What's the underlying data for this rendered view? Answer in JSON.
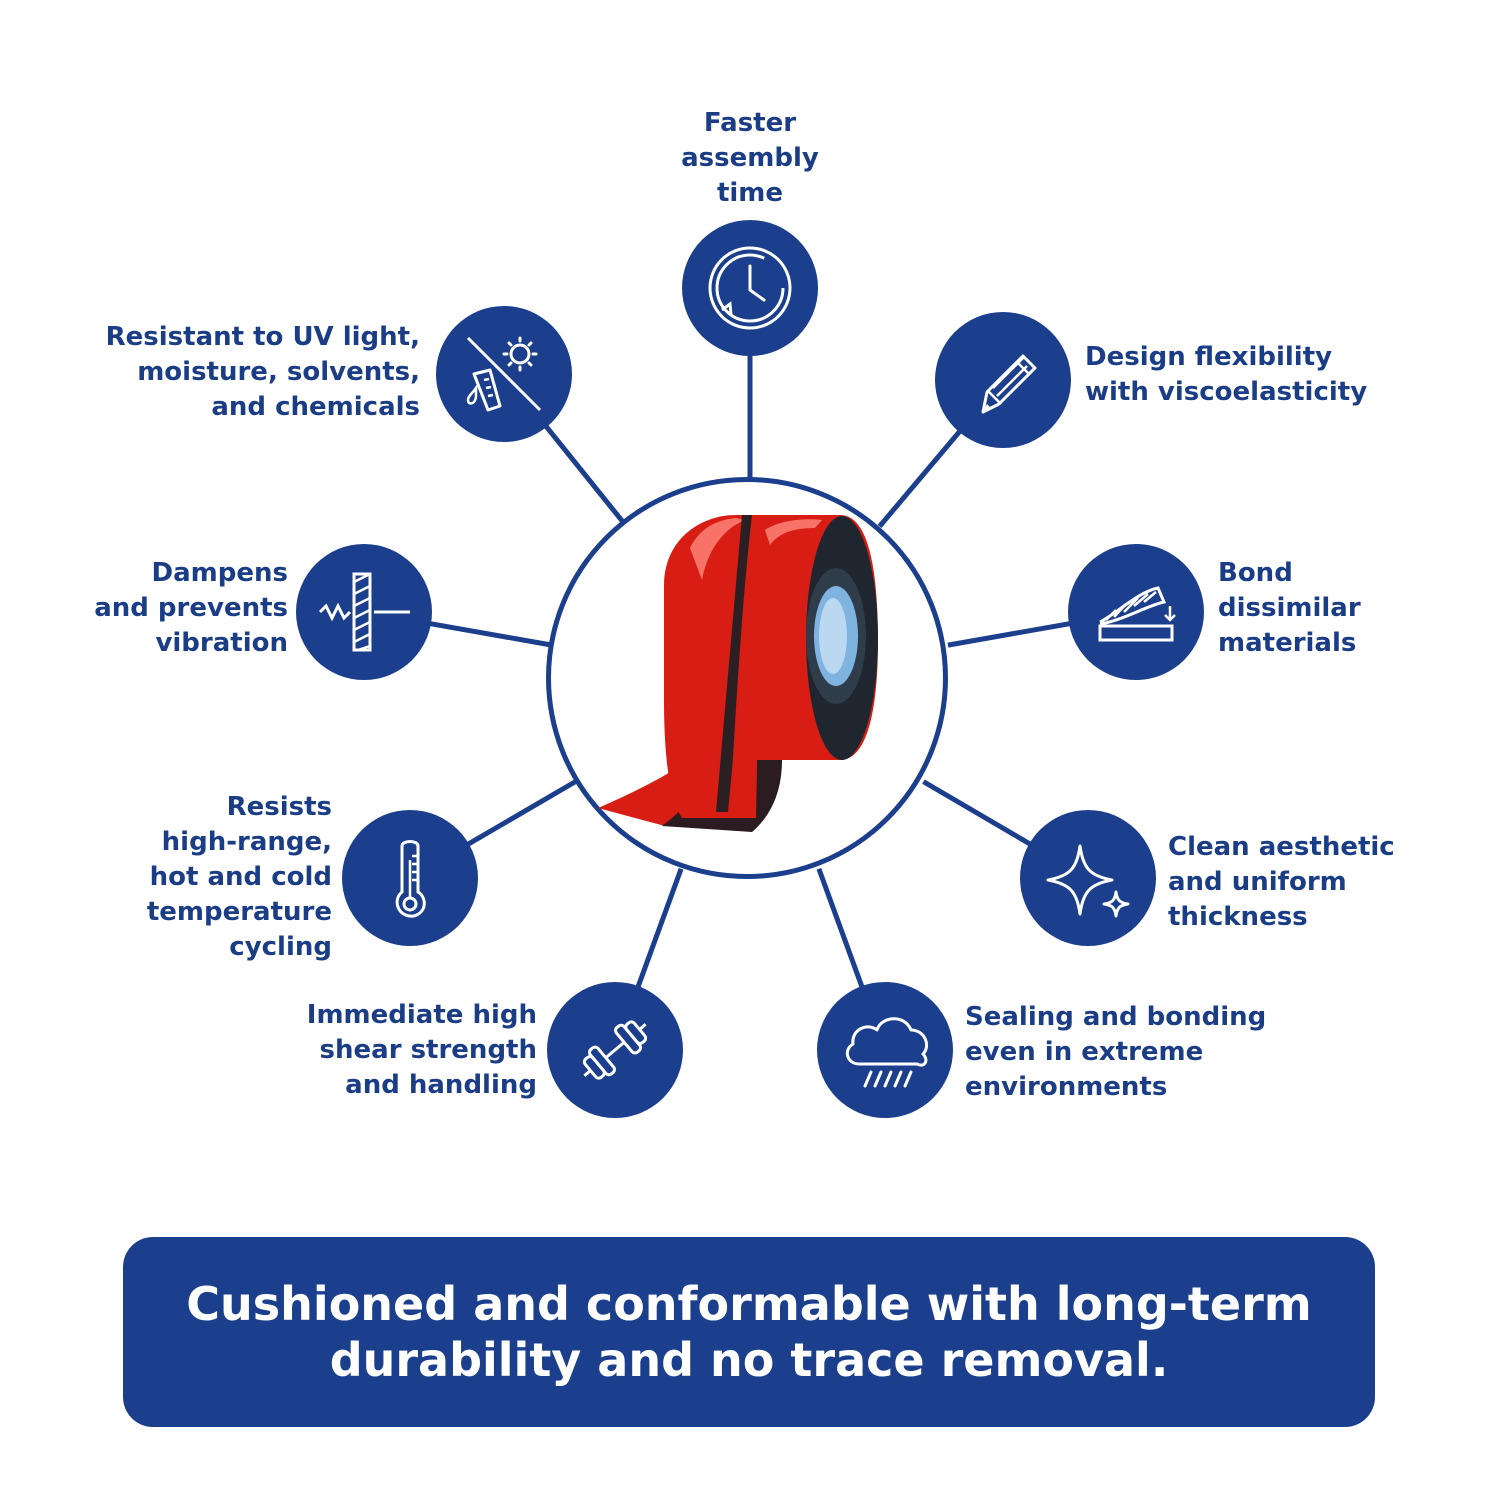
{
  "colors": {
    "brand_blue": "#1b3f8d",
    "text_blue": "#1a3d86",
    "icon_stroke": "#ffffff",
    "tape_red": "#d81d14",
    "tape_dark": "#2a1f22",
    "tape_core": "#7fb3e0"
  },
  "features": [
    {
      "id": "faster-assembly",
      "label": "Faster\nassembly\ntime",
      "icon": "clock-icon"
    },
    {
      "id": "design-flexibility",
      "label": "Design flexibility\nwith viscoelasticity",
      "icon": "pencil-icon"
    },
    {
      "id": "bond-dissimilar",
      "label": "Bond\ndissimilar\nmaterials",
      "icon": "bond-layers-icon"
    },
    {
      "id": "clean-aesthetic",
      "label": "Clean aesthetic\nand uniform\nthickness",
      "icon": "sparkle-icon"
    },
    {
      "id": "sealing-bonding",
      "label": "Sealing and bonding\neven in extreme\nenvironments",
      "icon": "rain-cloud-icon"
    },
    {
      "id": "shear-strength",
      "label": "Immediate high\nshear strength\nand handling",
      "icon": "dumbbell-icon"
    },
    {
      "id": "temperature-cycling",
      "label": "Resists\nhigh-range,\nhot and cold\ntemperature\ncycling",
      "icon": "thermometer-icon"
    },
    {
      "id": "dampens-vibration",
      "label": "Dampens\nand prevents\nvibration",
      "icon": "vibration-damper-icon"
    },
    {
      "id": "resistant-uv",
      "label": "Resistant to UV light,\nmoisture, solvents,\nand chemicals",
      "icon": "uv-chemical-icon"
    }
  ],
  "product": {
    "icon": "double-sided-tape-rolls"
  },
  "banner": {
    "text": "Cushioned and conformable with long-term\ndurability and no trace removal."
  }
}
